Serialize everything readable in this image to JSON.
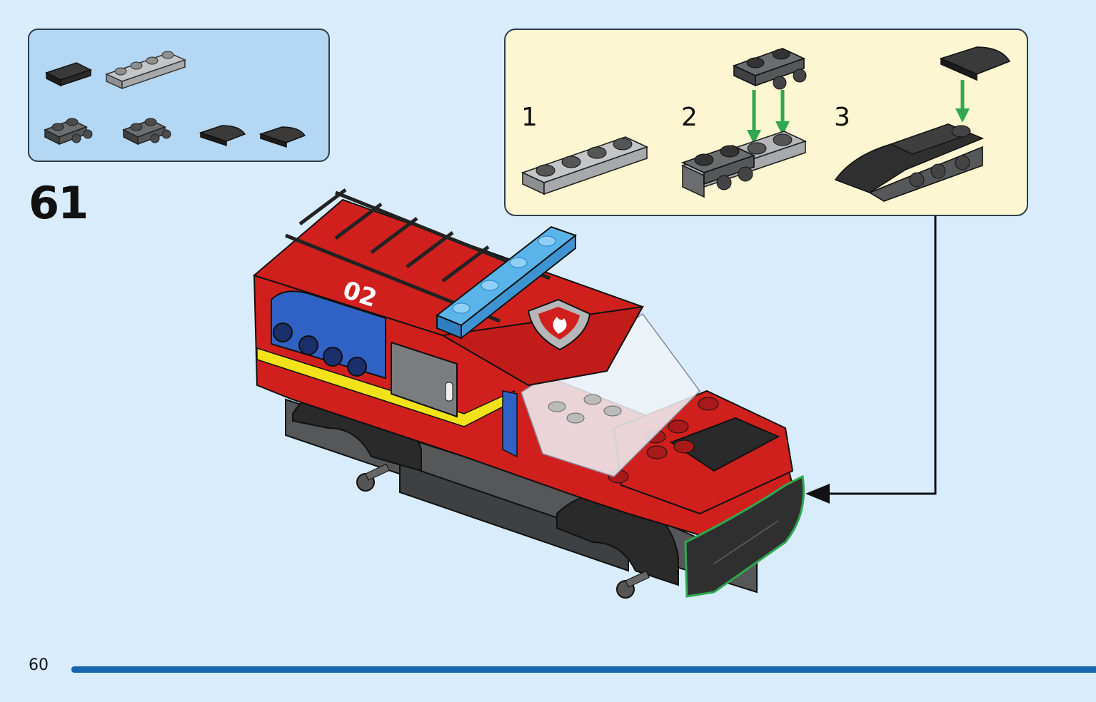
{
  "step": {
    "number": "61"
  },
  "parts_list": {
    "parts": [
      {
        "name": "tile-1x2-black",
        "color": "#2a2a2a"
      },
      {
        "name": "plate-1x4-light-gray",
        "color": "#a7a9ab"
      },
      {
        "name": "hinge-plate-1x2-dark-gray",
        "color": "#555759"
      },
      {
        "name": "hinge-plate-1x2-dark-gray",
        "color": "#555759"
      },
      {
        "name": "curved-slope-1x2-black",
        "color": "#2a2a2a"
      },
      {
        "name": "curved-slope-1x2-black",
        "color": "#2a2a2a"
      }
    ]
  },
  "sub_assembly": {
    "steps": [
      {
        "label": "1"
      },
      {
        "label": "2"
      },
      {
        "label": "3"
      }
    ]
  },
  "page": {
    "number": "60"
  },
  "vehicle": {
    "decal_number": "02"
  },
  "colors": {
    "background": "#d8ecfb",
    "parts_box": "#b4d7f3",
    "subassembly_box": "#fdf6d2",
    "arrow_green": "#2fa84f",
    "footer_bar": "#1565b0",
    "truck_red": "#d0201e",
    "transparent_blue": "#4aa3df",
    "stripe_yellow": "#f2e21a"
  }
}
